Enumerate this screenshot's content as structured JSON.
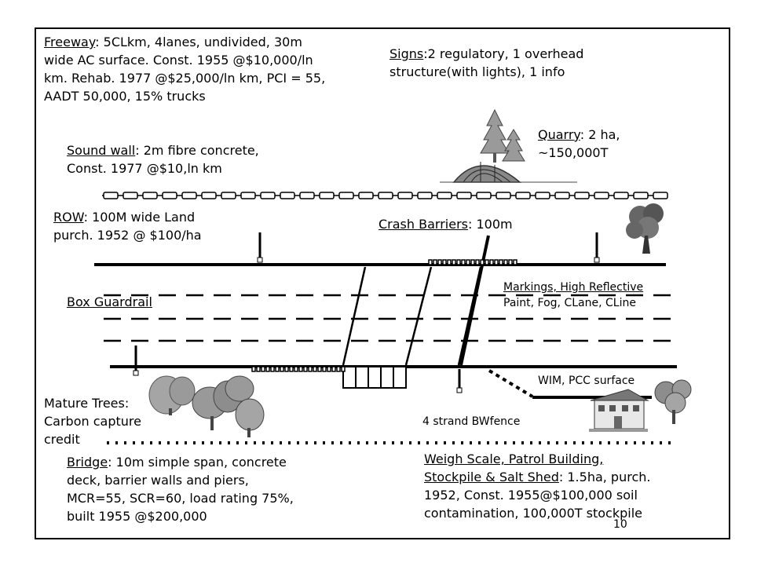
{
  "freeway": {
    "label": "Freeway",
    "line1": ": 5CLkm, 4lanes, undivided, 30m",
    "line2": "wide AC surface.  Const. 1955 @$10,000/ln",
    "line3": "km. Rehab. 1977 @$25,000/ln km, PCI = 55,",
    "line4": "AADT 50,000, 15% trucks"
  },
  "signs": {
    "label": "Signs",
    "line1": ":2 regulatory, 1 overhead",
    "line2": "structure(with lights), 1 info"
  },
  "quarry": {
    "label": "Quarry",
    "line1": ": 2 ha,",
    "line2": "~150,000T"
  },
  "sound_wall": {
    "label": "Sound wall",
    "line1": ": 2m fibre concrete,",
    "line2": "Const. 1977 @$10,ln km"
  },
  "row": {
    "label": "ROW",
    "line1": ": 100M wide Land",
    "line2": "purch. 1952 @ $100/ha"
  },
  "crash_barriers": {
    "label": "Crash Barriers",
    "text": ": 100m"
  },
  "box_guardrail": {
    "label": "Box Guardrail"
  },
  "markings": {
    "line1": "Markings, High Reflective",
    "line2": "Paint, Fog, CLane, CLine"
  },
  "wim": {
    "text": "WIM, PCC surface"
  },
  "mature_trees": {
    "line1": "Mature Trees:",
    "line2": "Carbon capture",
    "line3": "credit"
  },
  "fence": {
    "text": "4 strand BWfence"
  },
  "bridge": {
    "label": "Bridge",
    "line1": ": 10m simple span, concrete",
    "line2": "deck, barrier walls and piers,",
    "line3": "MCR=55, SCR=60, load rating 75%,",
    "line4": "built 1955 @$200,000"
  },
  "weigh_scale": {
    "line1": "Weigh Scale, Patrol Building,",
    "line2_label": "Stockpile & Salt Shed",
    "line2": ": 1.5ha, purch.",
    "line3": "1952, Const. 1955@$100,000  soil",
    "line4": "contamination, 100,000T stockpile"
  },
  "page_number": "10",
  "colors": {
    "tree_gray": "#9a9a9a",
    "tree_dark": "#555555",
    "line": "#000000"
  }
}
